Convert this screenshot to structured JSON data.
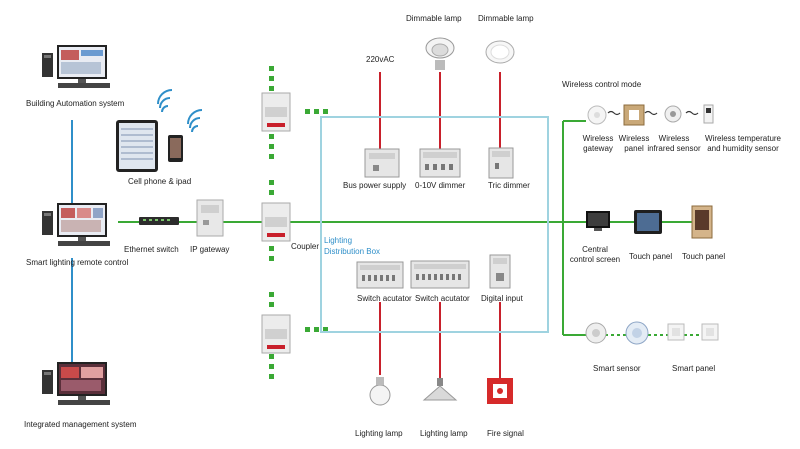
{
  "labels": {
    "building_automation": "Building Automation system",
    "cell_phone": "Cell phone & ipad",
    "ethernet_switch": "Ethernet switch",
    "ip_gateway": "IP gateway",
    "smart_lighting": "Smart lighting remote control",
    "integrated_mgmt": "Integrated management system",
    "coupler": "Coupler",
    "distribution_box": [
      "Lighting",
      "Distribution Box"
    ],
    "v220": "220vAC",
    "dimmable_lamp_1": "Dimmable lamp",
    "dimmable_lamp_2": "Dimmable lamp",
    "bus_power": "Bus power supply",
    "dimmer_010v": "0-10V dimmer",
    "tric_dimmer": "Tric dimmer",
    "switch_actuator_1": "Switch acutator",
    "switch_actuator_2": "Switch acutator",
    "digital_input": "Digital input",
    "lighting_lamp_1": "Lighting lamp",
    "lighting_lamp_2": "Lighting lamp",
    "fire_signal": "Fire signal",
    "wireless_mode": "Wireless control mode",
    "wireless_gateway": [
      "Wireless",
      "gateway"
    ],
    "wireless_panel": [
      "Wireless",
      "panel"
    ],
    "wireless_infrared": [
      "Wireless",
      "infrared sensor"
    ],
    "wireless_temp": [
      "Wireless temperature",
      "and humidity sensor"
    ],
    "central_screen": [
      "Central",
      "control screen"
    ],
    "touch_panel_1": "Touch panel",
    "touch_panel_2": "Touch panel",
    "smart_sensor": "Smart sensor",
    "smart_panel": "Smart panel"
  },
  "colors": {
    "bus_green": "#3aa935",
    "network_blue": "#2f8fc9",
    "power_red": "#c8202b",
    "box_outline": "#9fd3e0"
  },
  "icons": [
    "desktop-computer-icon",
    "tablet-icon",
    "phone-icon",
    "wifi-signal-icon",
    "network-switch-icon",
    "din-rail-module-icon",
    "downlight-icon",
    "bulb-icon",
    "highbay-lamp-icon",
    "fire-alarm-icon",
    "touch-panel-icon",
    "sensor-icon"
  ]
}
